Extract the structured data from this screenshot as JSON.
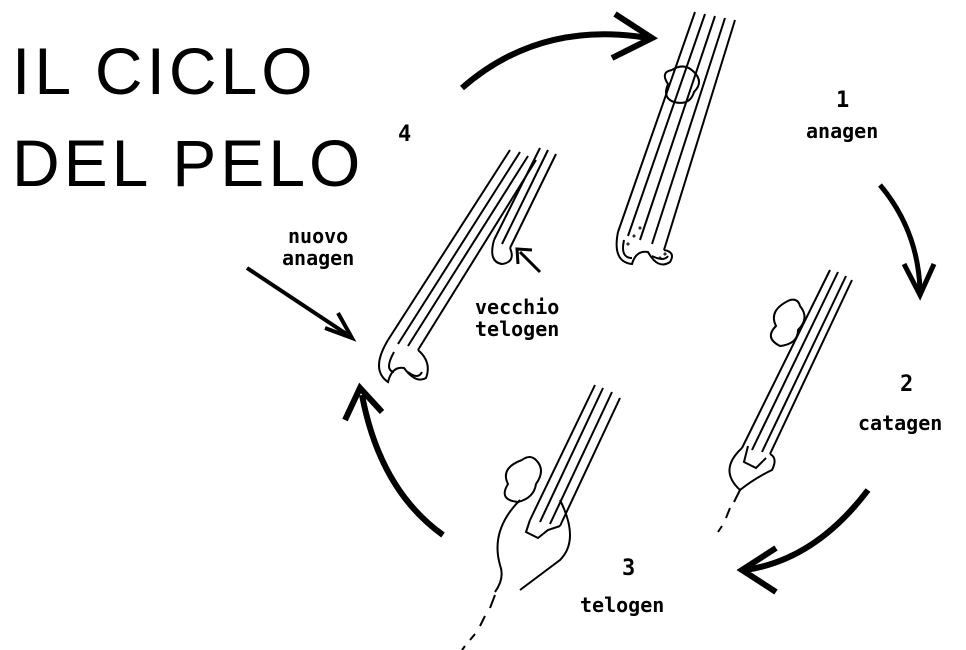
{
  "title": {
    "line1": "IL CICLO",
    "line2": "DEL PELO"
  },
  "stages": {
    "s1": {
      "number": "1",
      "name": "anagen"
    },
    "s2": {
      "number": "2",
      "name": "catagen"
    },
    "s3": {
      "number": "3",
      "name": "telogen"
    },
    "s4": {
      "number": "4"
    }
  },
  "callouts": {
    "new_anagen": [
      "nuovo",
      "anagen"
    ],
    "old_telogen": [
      "vecchio",
      "telogen"
    ]
  },
  "colors": {
    "ink": "#000000",
    "paper": "#ffffff"
  }
}
